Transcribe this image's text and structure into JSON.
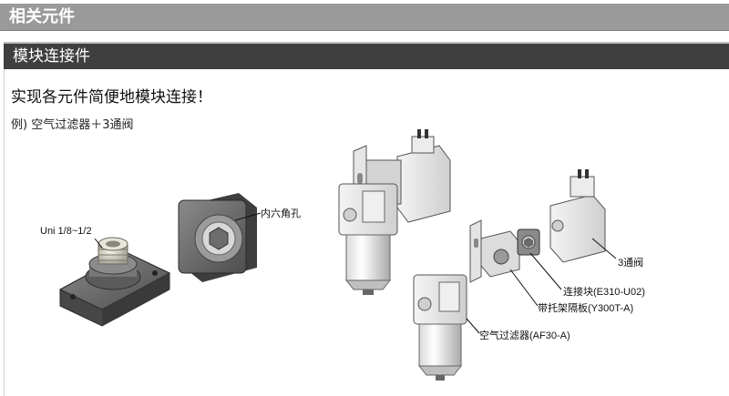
{
  "section_title": "相关元件",
  "subsection_title": "模块连接件",
  "headline": "实现各元件简便地模块连接！",
  "example": "例) 空气过滤器＋3通阀",
  "labels": {
    "uni_thread": "Uni 1/8~1/2",
    "hex_hole": "内六角孔",
    "three_way_valve": "3通阀",
    "connector_block": "连接块(E310-U02)",
    "spacer_bracket": "带托架隔板(Y300T-A)",
    "air_filter": "空气过滤器(AF30-A)"
  }
}
